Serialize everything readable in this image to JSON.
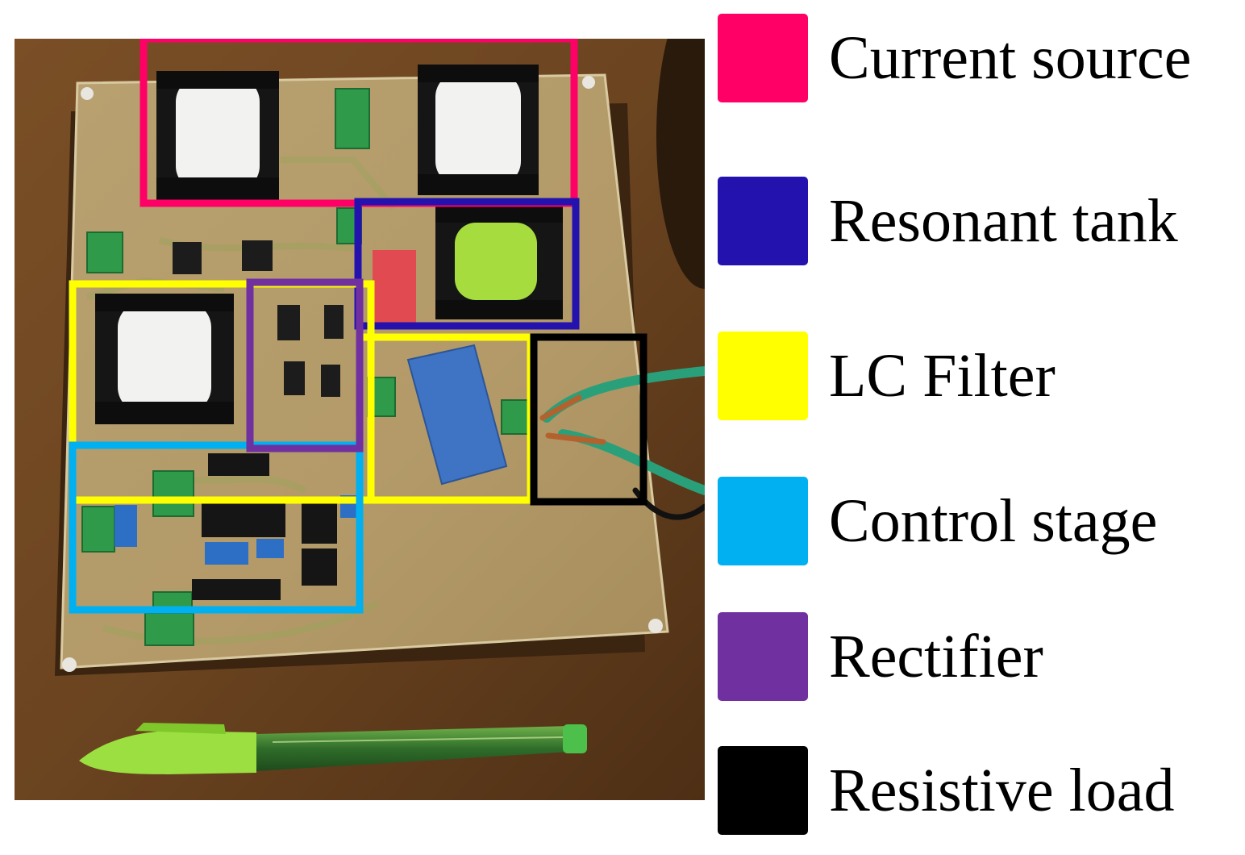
{
  "legend": {
    "items": [
      {
        "label": "Current source",
        "color": "#FF0066"
      },
      {
        "label": "Resonant tank",
        "color": "#2412AE"
      },
      {
        "label": "LC Filter",
        "color": "#FFFF00"
      },
      {
        "label": "Control stage",
        "color": "#00B0F0"
      },
      {
        "label": "Rectifier",
        "color": "#7030A0"
      },
      {
        "label": "Resistive load",
        "color": "#000000"
      }
    ]
  },
  "photo": {
    "board_color": "#b39a68",
    "table_color": "#6b4420",
    "regions": [
      {
        "ref": "legend.items.0",
        "color": "#FF0066"
      },
      {
        "ref": "legend.items.1",
        "color": "#2412AE"
      },
      {
        "ref": "legend.items.2",
        "color": "#FFFF00"
      },
      {
        "ref": "legend.items.3",
        "color": "#00B0F0"
      },
      {
        "ref": "legend.items.4",
        "color": "#7030A0"
      },
      {
        "ref": "legend.items.5",
        "color": "#000000"
      }
    ]
  }
}
